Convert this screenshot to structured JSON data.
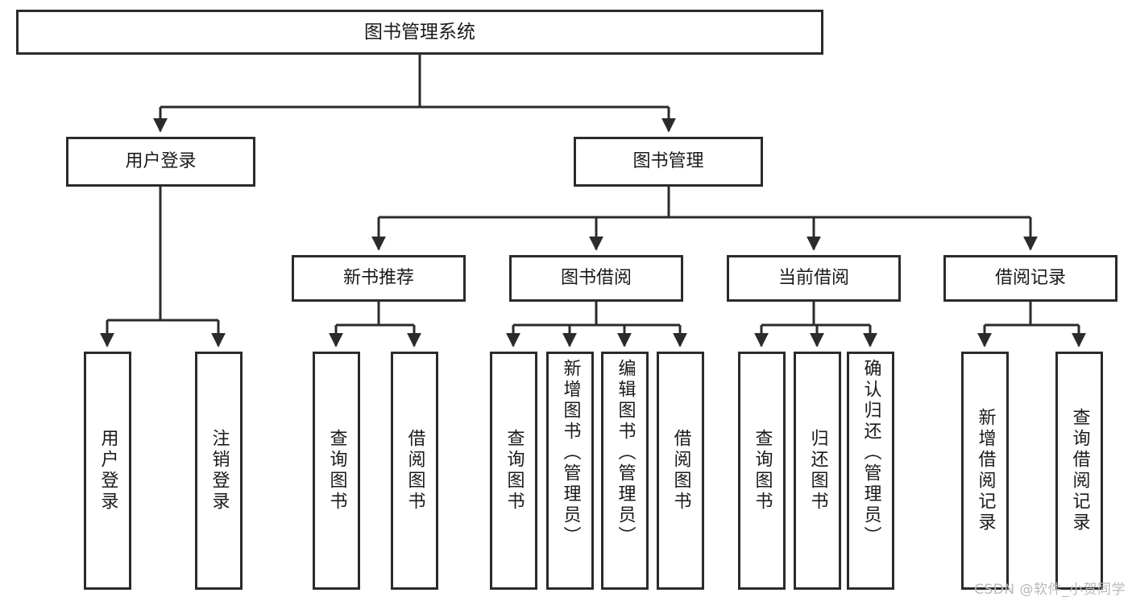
{
  "diagram": {
    "title": "图书管理系统",
    "stroke_color": "#2b2b2b",
    "fill_color": "#ffffff",
    "text_color": "#1a1a1a"
  },
  "root": {
    "label": "图书管理系统"
  },
  "level2": [
    {
      "label": "用户登录"
    },
    {
      "label": "图书管理"
    }
  ],
  "level3": [
    {
      "label": "新书推荐"
    },
    {
      "label": "图书借阅"
    },
    {
      "label": "当前借阅"
    },
    {
      "label": "借阅记录"
    }
  ],
  "leaves": {
    "user_login": [
      {
        "label": "用户登录"
      },
      {
        "label": "注销登录"
      }
    ],
    "new_book": [
      {
        "label": "查询图书"
      },
      {
        "label": "借阅图书"
      }
    ],
    "borrow_book": [
      {
        "label": "查询图书"
      },
      {
        "label": "新增图书（管理员）"
      },
      {
        "label": "编辑图书（管理员）"
      },
      {
        "label": "借阅图书"
      }
    ],
    "current_borrow": [
      {
        "label": "查询图书"
      },
      {
        "label": "归还图书"
      },
      {
        "label": "确认归还（管理员）"
      }
    ],
    "borrow_record": [
      {
        "label": "新增借阅记录"
      },
      {
        "label": "查询借阅记录"
      }
    ]
  },
  "watermark": {
    "text": "CSDN @软件_小贺同学"
  }
}
